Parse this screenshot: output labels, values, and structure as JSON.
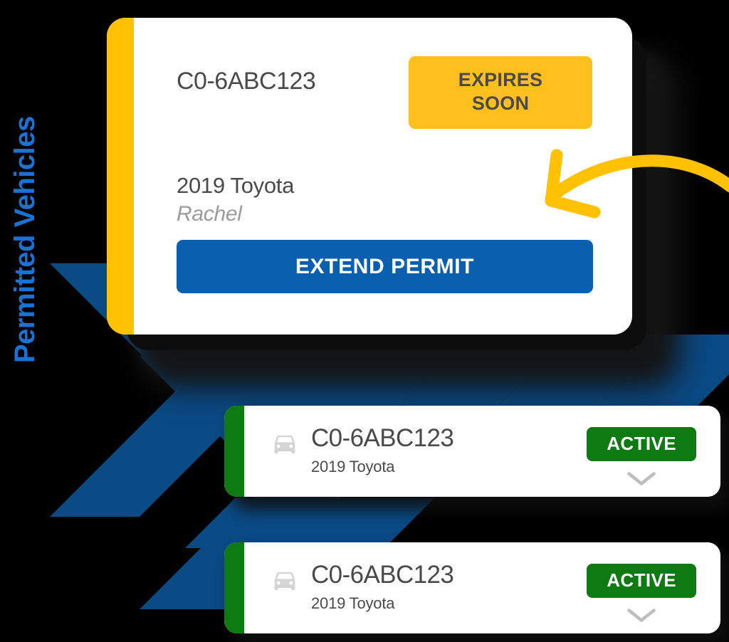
{
  "page": {
    "side_label": "Permitted Vehicles",
    "background_color": "#000000",
    "accent_blue": "#1A73D4",
    "chevron_blue": "#0A4A85",
    "warning_yellow": "#FFC100",
    "active_green": "#0E7A12",
    "action_blue": "#0B5FAF"
  },
  "hero_card": {
    "stripe_color": "#FFC100",
    "plate": "C0-6ABC123",
    "status_badge": {
      "label": "EXPIRES SOON",
      "line1": "EXPIRES",
      "line2": "SOON",
      "color": "#FFC01E",
      "text_color": "#4a4a4a"
    },
    "vehicle": "2019 Toyota",
    "owner": "Rachel",
    "action_button": {
      "label": "EXTEND PERMIT",
      "color": "#0B5FAF"
    }
  },
  "annotation": {
    "arrow_name": "curved-arrow-pointing-to-extend-permit",
    "arrow_color": "#FFC100"
  },
  "vehicle_rows": [
    {
      "stripe_color": "#0E7A12",
      "icon": "car-icon",
      "plate": "C0-6ABC123",
      "vehicle": "2019 Toyota",
      "status": "ACTIVE",
      "status_color": "#0E7A12",
      "expand_icon": "chevron-down-icon"
    },
    {
      "stripe_color": "#0E7A12",
      "icon": "car-icon",
      "plate": "C0-6ABC123",
      "vehicle": "2019 Toyota",
      "status": "ACTIVE",
      "status_color": "#0E7A12",
      "expand_icon": "chevron-down-icon"
    }
  ]
}
